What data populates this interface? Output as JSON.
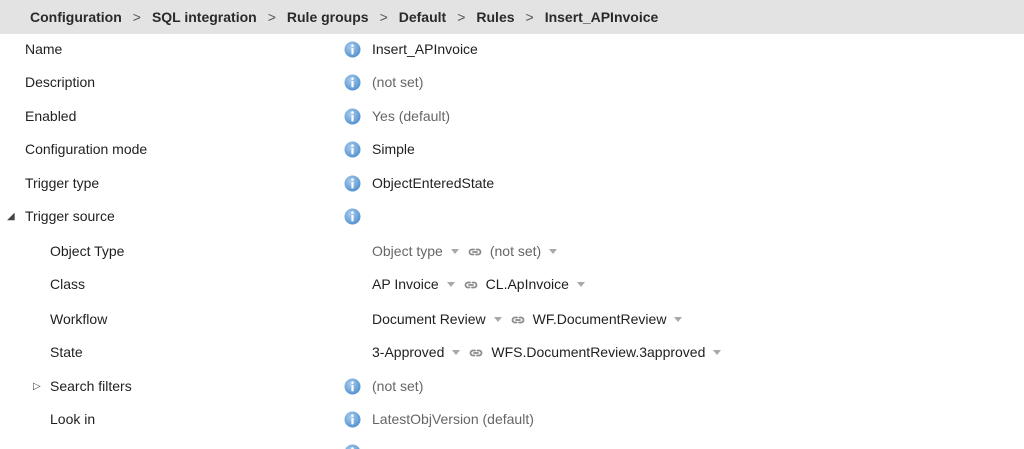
{
  "breadcrumb": [
    "Configuration",
    "SQL integration",
    "Rule groups",
    "Default",
    "Rules",
    "Insert_APInvoice"
  ],
  "breadcrumb_separator": ">",
  "rows": {
    "name": {
      "label": "Name",
      "value": "Insert_APInvoice"
    },
    "description": {
      "label": "Description",
      "value": "(not set)"
    },
    "enabled": {
      "label": "Enabled",
      "value": "Yes (default)"
    },
    "configuration_mode": {
      "label": "Configuration mode",
      "value": "Simple"
    },
    "trigger_type": {
      "label": "Trigger type",
      "value": "ObjectEnteredState"
    },
    "trigger_source": {
      "label": "Trigger source",
      "toggle": "◢"
    },
    "object_type": {
      "label": "Object Type",
      "value": "Object type",
      "link": "(not set)"
    },
    "class": {
      "label": "Class",
      "value": "AP Invoice",
      "link": "CL.ApInvoice"
    },
    "workflow": {
      "label": "Workflow",
      "value": "Document Review",
      "link": "WF.DocumentReview"
    },
    "state": {
      "label": "State",
      "value": "3-Approved",
      "link": "WFS.DocumentReview.3approved"
    },
    "search_filters": {
      "label": "Search filters",
      "toggle": "▷",
      "value": "(not set)"
    },
    "look_in": {
      "label": "Look in",
      "value": "LatestObjVersion (default)"
    }
  },
  "colors": {
    "header_bg": "#e3e3e3",
    "info_icon": "#5b9bd5",
    "value_gray": "#666666",
    "value_dark": "#1f1f1f"
  },
  "icons": {
    "info": "info-icon",
    "link": "link-icon",
    "caret": "caret-down-icon"
  }
}
